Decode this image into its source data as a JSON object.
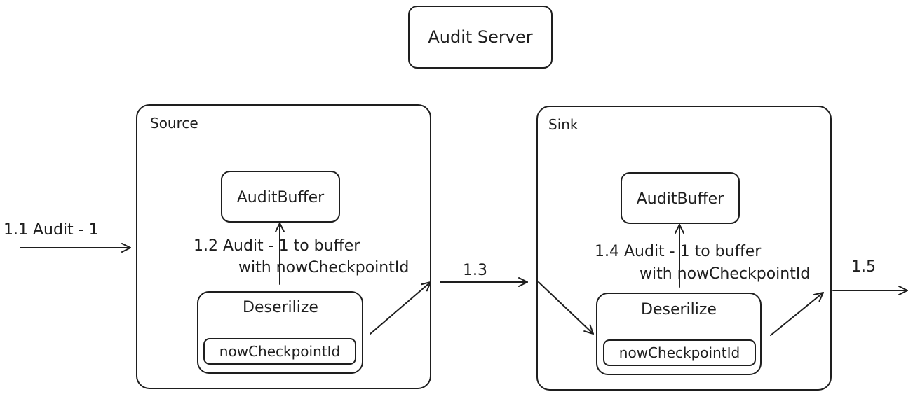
{
  "nodes": {
    "audit_server": "Audit Server",
    "source": {
      "label": "Source",
      "buffer": "AuditBuffer",
      "deserialize": "Deserilize",
      "checkpoint": "nowCheckpointId"
    },
    "sink": {
      "label": "Sink",
      "buffer": "AuditBuffer",
      "deserialize": "Deserilize",
      "checkpoint": "nowCheckpointId"
    }
  },
  "edges": {
    "e1_1": "1.1 Audit - 1",
    "e1_2_line1": "1.2 Audit - 1 to buffer",
    "e1_2_line2": "with nowCheckpointId",
    "e1_3": "1.3",
    "e1_4_line1": "1.4 Audit - 1 to buffer",
    "e1_4_line2": "with nowCheckpointId",
    "e1_5": "1.5"
  },
  "colors": {
    "stroke": "#1e1e1e",
    "background": "#ffffff"
  }
}
